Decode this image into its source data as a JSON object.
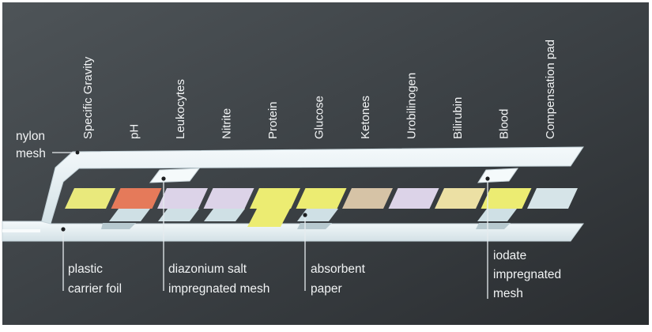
{
  "colors": {
    "bg_dark": "#2a2d30",
    "bg_light": "#4c5256",
    "strip": "#e6f0f3",
    "strip_shadow": "#b9c8ce",
    "leader": "#e6ecef"
  },
  "pads": [
    {
      "label": "Specific Gravity",
      "color": "#e9e97c"
    },
    {
      "label": "pH",
      "color": "#e57a5a"
    },
    {
      "label": "Leukocytes",
      "color": "#dcd3e8"
    },
    {
      "label": "Nitrite",
      "color": "#dcd3e8"
    },
    {
      "label": "Protein",
      "color": "#ecec72"
    },
    {
      "label": "Glucose",
      "color": "#ecec72"
    },
    {
      "label": "Ketones",
      "color": "#d6c3a6"
    },
    {
      "label": "Urobilinogen",
      "color": "#dcd3e8"
    },
    {
      "label": "Bilirubin",
      "color": "#ece0a4"
    },
    {
      "label": "Blood",
      "color": "#ecec72"
    },
    {
      "label": "Compensation pad",
      "color": "#d6e4e8"
    }
  ],
  "callouts": {
    "nylon_mesh": [
      "nylon",
      "mesh"
    ],
    "plastic_carrier_foil": [
      "plastic",
      "carrier foil"
    ],
    "diazonium_salt": [
      "diazonium salt",
      "impregnated mesh"
    ],
    "absorbent_paper": [
      "absorbent",
      "paper"
    ],
    "iodate_mesh": [
      "iodate",
      "impregnated",
      "mesh"
    ]
  }
}
